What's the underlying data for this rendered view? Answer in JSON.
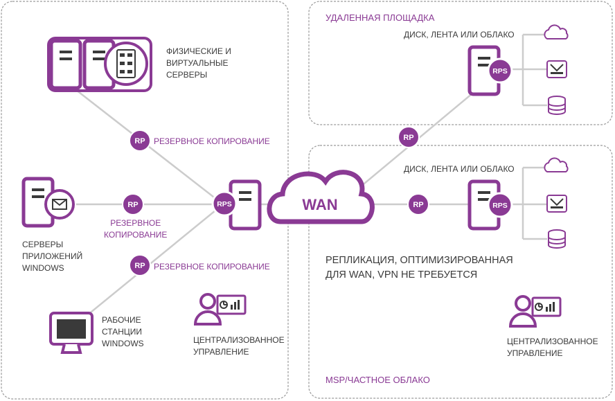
{
  "colors": {
    "accent": "#8a3a94",
    "line": "#cccccc",
    "border": "#9a9a9a",
    "text": "#3a3a3a"
  },
  "labels": {
    "physical_servers": "ФИЗИЧЕСКИЕ И\nВИРТУАЛЬНЫЕ\nСЕРВЕРЫ",
    "app_servers": "СЕРВЕРЫ\nПРИЛОЖЕНИЙ\nWINDOWS",
    "workstations": "РАБОЧИЕ\nСТАНЦИИ\nWINDOWS",
    "central_mgmt_left": "ЦЕНТРАЛИЗОВАННОЕ\nУПРАВЛЕНИЕ",
    "central_mgmt_right": "ЦЕНТРАЛИЗОВАННОЕ\nУПРАВЛЕНИЕ",
    "backup_top": "РЕЗЕРВНОЕ КОПИРОВАНИЕ",
    "backup_middle": "РЕЗЕРВНОЕ\nКОПИРОВАНИЕ",
    "backup_bottom": "РЕЗЕРВНОЕ КОПИРОВАНИЕ",
    "remote_site": "УДАЛЕННАЯ ПЛОЩАДКА",
    "storage_top": "ДИСК, ЛЕНТА ИЛИ ОБЛАКО",
    "storage_bottom": "ДИСК, ЛЕНТА ИЛИ ОБЛАКО",
    "replication": "РЕПЛИКАЦИЯ, ОПТИМИЗИРОВАННАЯ\nДЛЯ WAN, VPN НЕ ТРЕБУЕТСЯ",
    "msp_cloud": "MSP/ЧАСТНОЕ ОБЛАКО",
    "wan": "WAN",
    "rps": "RPS",
    "rp": "RP"
  },
  "icons": [
    "server-icon",
    "virtual-server-icon",
    "mail-icon",
    "workstation-icon",
    "user-icon",
    "dashboard-icon",
    "cloud-icon",
    "tape-icon",
    "database-icon",
    "wan-cloud-icon"
  ]
}
